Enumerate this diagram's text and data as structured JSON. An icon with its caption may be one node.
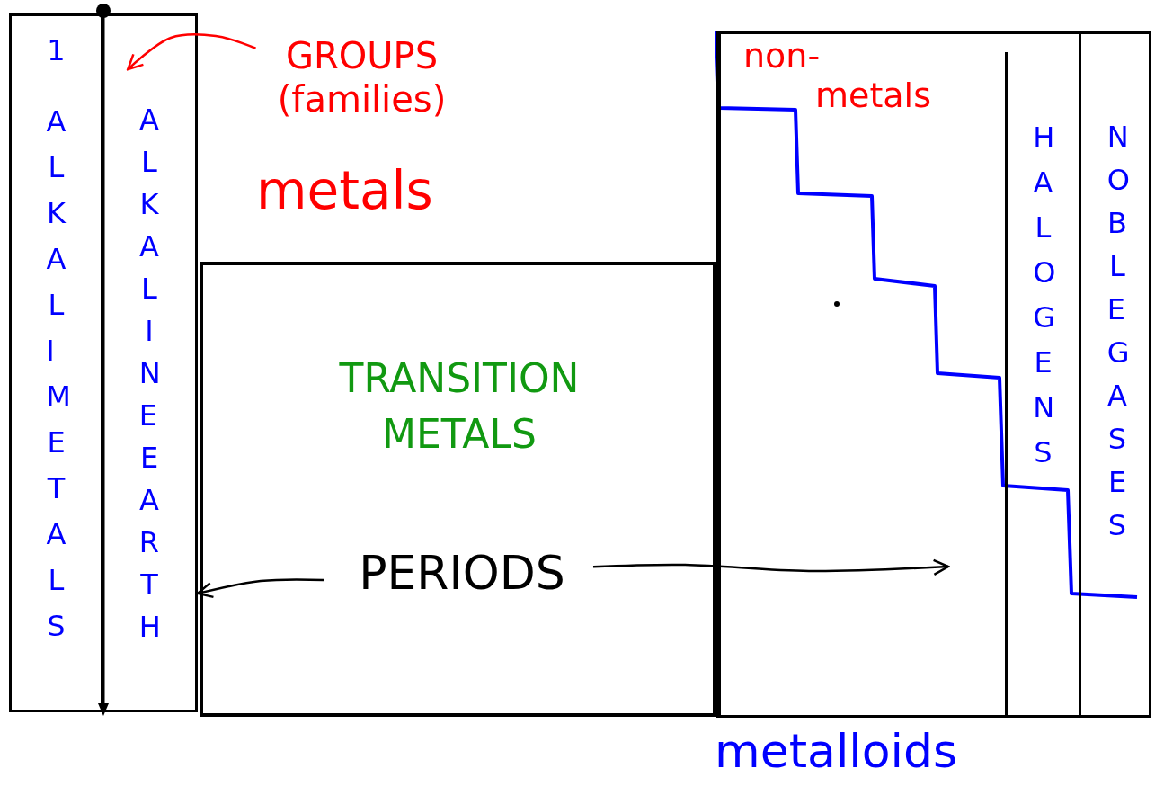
{
  "diagram": {
    "nodes": [
      {
        "text": [
          "1",
          "ALKALI METALS"
        ]
      },
      {
        "text": [
          "ALKALINE EARTH"
        ]
      },
      {
        "text": [
          "GROUPS (families)"
        ]
      },
      {
        "text": [
          "TRANSITION METALS"
        ]
      },
      {
        "text": [
          "PERIODS"
        ],
        "in": 3
      },
      {
        "text": [
          "non-metals"
        ]
      },
      {
        "text": [
          "HALOGENS"
        ],
        "in": 5
      },
      {
        "text": [
          "NOBLE GASES"
        ],
        "in": 5
      }
    ],
    "edges": [
      {
        "from": 2,
        "to": 1,
        "arrow": "to",
        "color": "#ff0000"
      },
      {
        "from": 4,
        "to": 1,
        "arrow": "to"
      },
      {
        "from": 4,
        "to": null,
        "arrow": "to"
      }
    ],
    "labels": [
      "metals",
      "metalloids"
    ]
  }
}
